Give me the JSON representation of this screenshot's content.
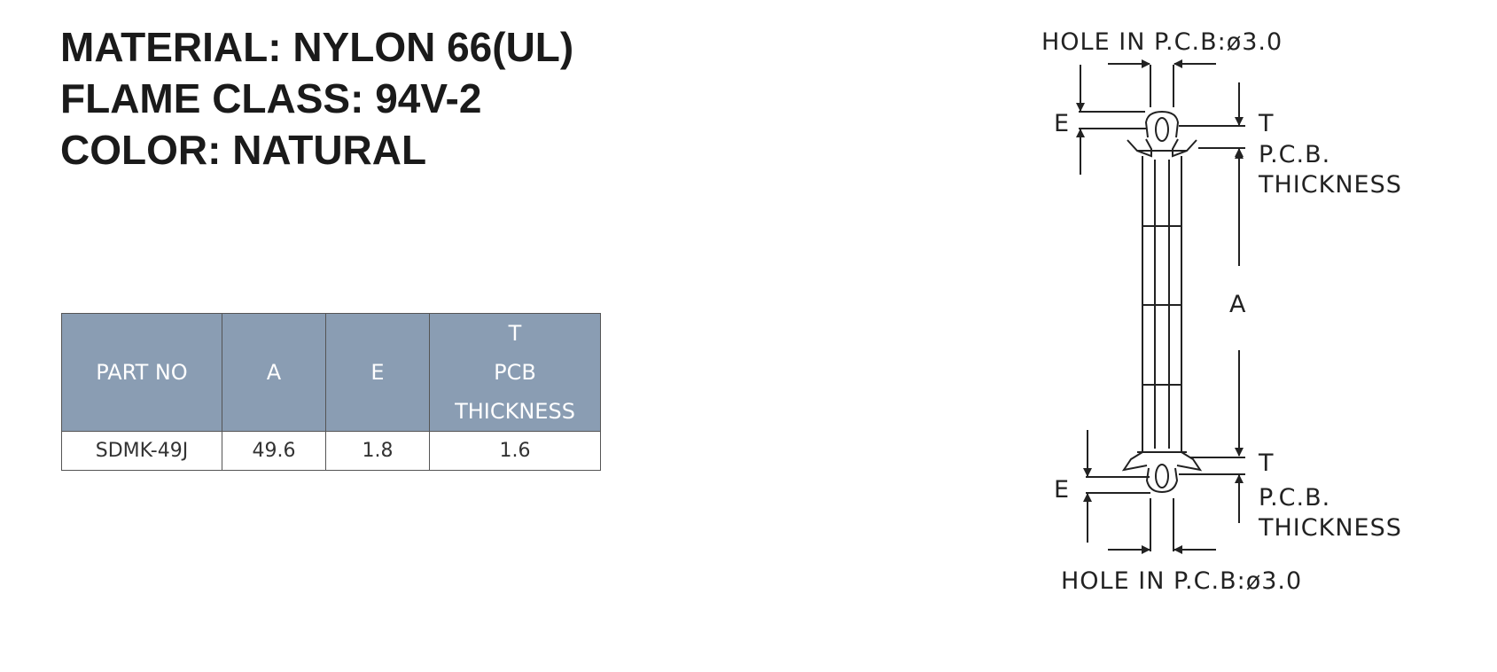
{
  "specs": {
    "material": "MATERIAL: NYLON 66(UL)",
    "flame": "FLAME CLASS: 94V-2",
    "color": "COLOR: NATURAL"
  },
  "table": {
    "headers": {
      "part_no": "PART NO",
      "a": "A",
      "e": "E",
      "t_line1": "T",
      "t_line2": "PCB",
      "t_line3": "THICKNESS"
    },
    "row": {
      "part_no": "SDMK-49J",
      "a": "49.6",
      "e": "1.8",
      "t": "1.6"
    }
  },
  "drawing": {
    "hole_top": "HOLE  IN  P.C.B:ø3.0",
    "hole_bottom": "HOLE  IN  P.C.B:ø3.0",
    "e_top": "E",
    "e_bottom": "E",
    "t_top": "T",
    "t_bottom": "T",
    "pcb_top_line1": "P.C.B.",
    "pcb_top_line2": "THICKNESS",
    "pcb_bottom_line1": "P.C.B.",
    "pcb_bottom_line2": "THICKNESS",
    "a_label": "A"
  }
}
